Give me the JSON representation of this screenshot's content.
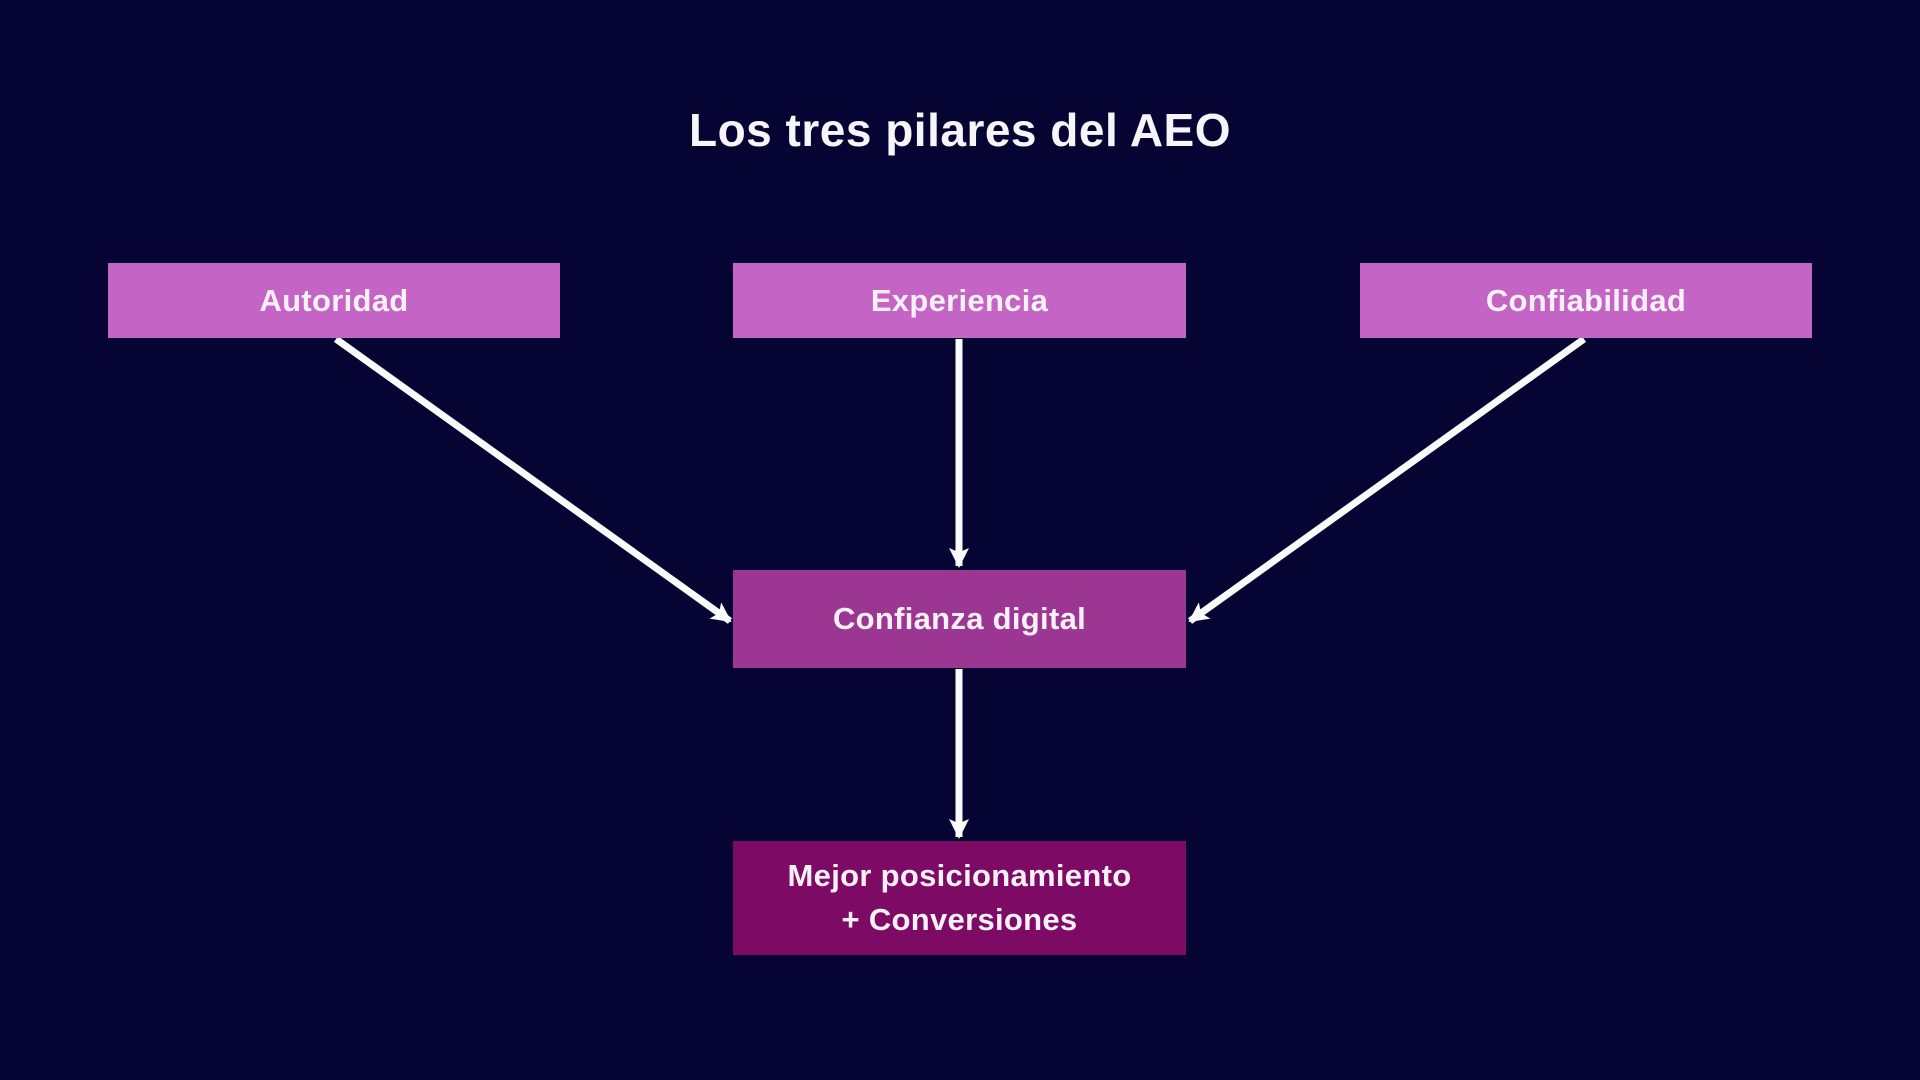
{
  "title": "Los tres pilares del AEO",
  "diagram": {
    "pillars": [
      {
        "id": "autoridad",
        "label": "Autoridad"
      },
      {
        "id": "experiencia",
        "label": "Experiencia"
      },
      {
        "id": "confiabilidad",
        "label": "Confiabilidad"
      }
    ],
    "trust_node": {
      "label": "Confianza digital"
    },
    "result_node": {
      "line1": "Mejor posicionamiento",
      "line2": "+ Conversiones"
    },
    "connections": [
      {
        "from": "Autoridad",
        "to": "Confianza digital"
      },
      {
        "from": "Experiencia",
        "to": "Confianza digital"
      },
      {
        "from": "Confiabilidad",
        "to": "Confianza digital"
      },
      {
        "from": "Confianza digital",
        "to": "Mejor posicionamiento + Conversiones"
      }
    ]
  },
  "colors": {
    "background": "#060433",
    "pillar_box": "#C464C4",
    "trust_box": "#9B3793",
    "result_box": "#7D0B66",
    "box_text": "#F7F1F7",
    "title_text": "#F7F5F9",
    "arrow": "#FCFBFC"
  }
}
